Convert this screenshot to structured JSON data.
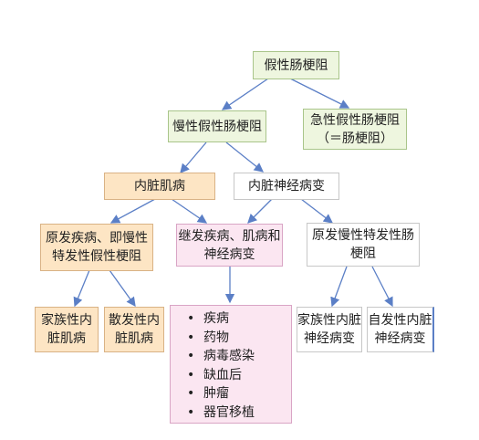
{
  "nodes": {
    "root": "假性肠梗阻",
    "chronic": "慢性假性肠梗阻",
    "acute": "急性假性肠梗阻（＝肠梗阻）",
    "visceral_myopathy": "内脏肌病",
    "visceral_neuropathy": "内脏神经病变",
    "primary_chronic": "原发疾病、即慢性特发性假性梗阻",
    "secondary": "继发疾病、肌病和神经病变",
    "primary_idiopathic": "原发慢性特发性肠梗阻",
    "familial_myopathy": "家族性内脏肌病",
    "sporadic_myopathy": "散发性内脏肌病",
    "familial_neuropathy": "家族性内脏神经病变",
    "spontaneous_neuropathy": "自发性内脏神经病变"
  },
  "secondary_causes": [
    "疾病",
    "药物",
    "病毒感染",
    "缺血后",
    "肿瘤",
    "器官移植"
  ],
  "colors": {
    "arrow": "#5b7fc6",
    "green_fill": "#eef6df",
    "orange_fill": "#fde5c4",
    "pink_fill": "#fbe6f1"
  }
}
